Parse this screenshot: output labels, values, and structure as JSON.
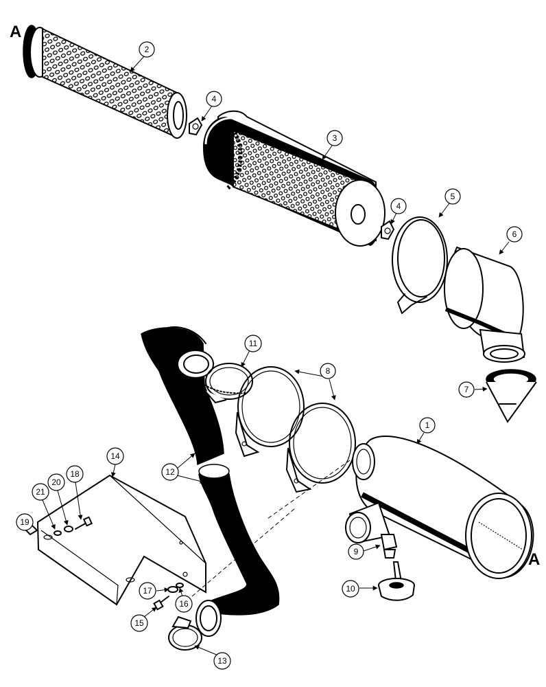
{
  "diagram": {
    "reference_letters": [
      "A",
      "A"
    ],
    "callouts": [
      "1",
      "2",
      "3",
      "4",
      "4",
      "5",
      "6",
      "7",
      "8",
      "9",
      "10",
      "11",
      "12",
      "12",
      "13",
      "14",
      "15",
      "16",
      "17",
      "18",
      "19",
      "20",
      "21"
    ]
  }
}
